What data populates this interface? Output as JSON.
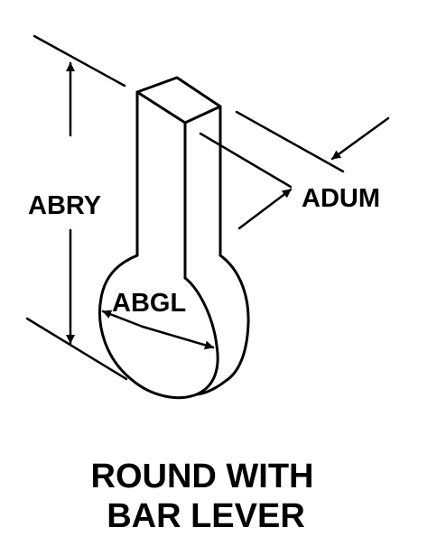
{
  "diagram": {
    "labels": {
      "abry": "ABRY",
      "adum": "ADUM",
      "abgl": "ABGL"
    },
    "caption": {
      "line1": "ROUND WITH",
      "line2": "BAR LEVER"
    },
    "colors": {
      "ink": "#000000",
      "background": "#ffffff"
    }
  }
}
